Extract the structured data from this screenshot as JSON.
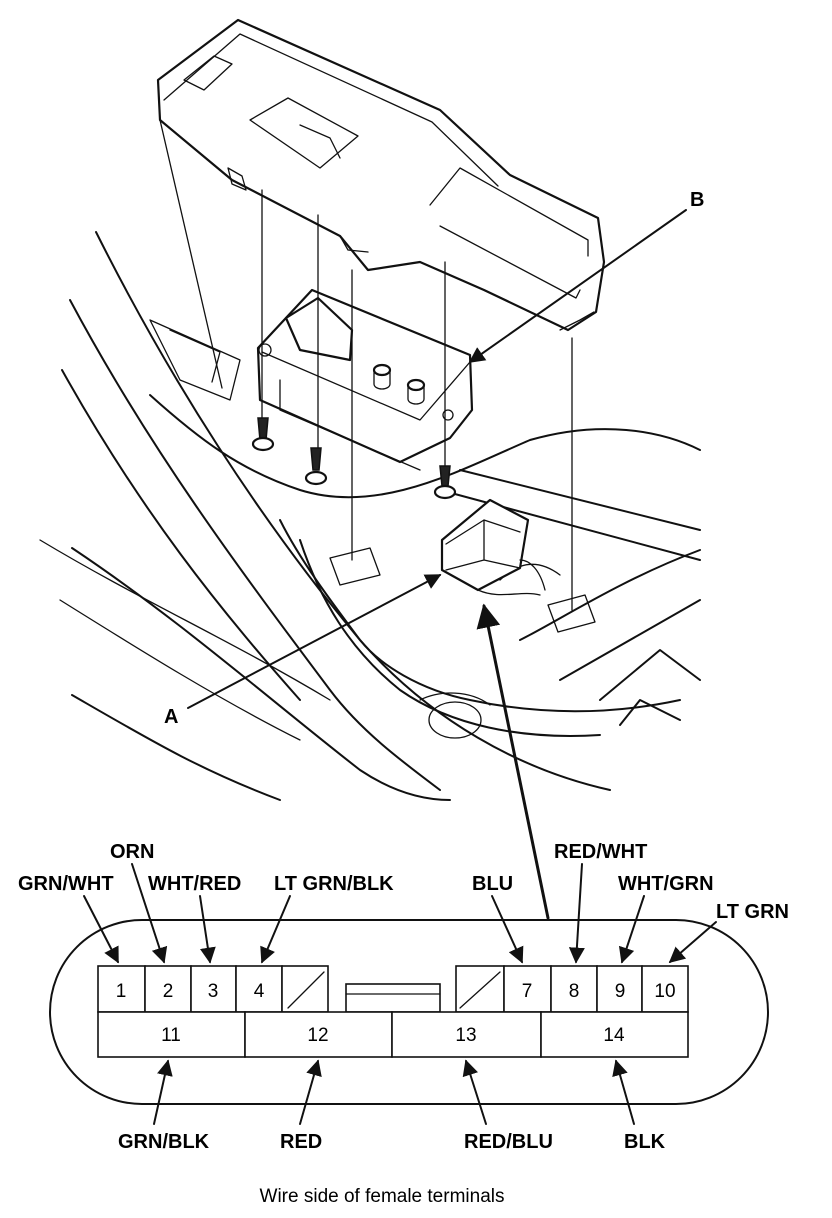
{
  "callouts": {
    "a": "A",
    "b": "B"
  },
  "connector": {
    "pins_top": [
      "1",
      "2",
      "3",
      "4",
      "7",
      "8",
      "9",
      "10"
    ],
    "pins_bottom": [
      "11",
      "12",
      "13",
      "14"
    ]
  },
  "wires_top": [
    "GRN/WHT",
    "ORN",
    "WHT/RED",
    "LT GRN/BLK",
    "BLU",
    "RED/WHT",
    "WHT/GRN",
    "LT GRN"
  ],
  "wires_bottom": [
    "GRN/BLK",
    "RED",
    "RED/BLU",
    "BLK"
  ],
  "caption": "Wire side of female terminals"
}
